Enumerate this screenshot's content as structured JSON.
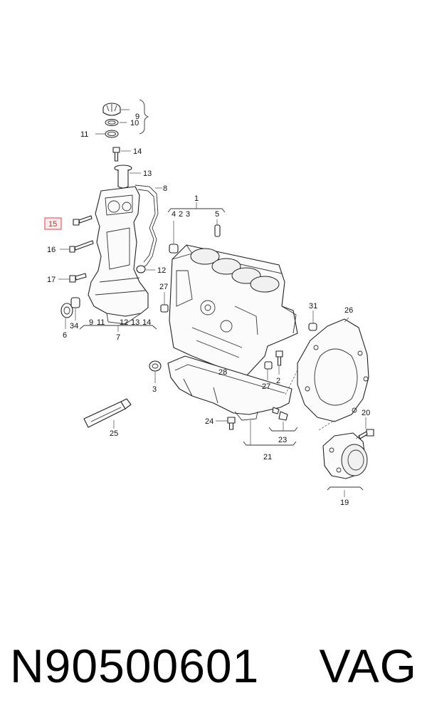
{
  "labels": {
    "n1": "1",
    "n2a": "2",
    "n2b": "2",
    "n3a": "3",
    "n3b": "3",
    "n4": "4",
    "n5": "5",
    "n6": "6",
    "n7": "7",
    "n8": "8",
    "n9a": "9",
    "n9b": "9",
    "n10": "10",
    "n11a": "11",
    "n11b": "11",
    "n12a": "12",
    "n12b": "12",
    "n13a": "13",
    "n13b": "13",
    "n14a": "14",
    "n14b": "14",
    "n15": "15",
    "n16": "16",
    "n17": "17",
    "n19": "19",
    "n20": "20",
    "n21": "21",
    "n23": "23",
    "n24": "24",
    "n25": "25",
    "n26": "26",
    "n27a": "27",
    "n27b": "27",
    "n28": "28",
    "n31": "31",
    "n34": "34"
  },
  "highlighted_callout": "15",
  "caption": {
    "part_number": "N90500601",
    "brand": "VAG"
  },
  "colors": {
    "highlight_border": "#e0606a",
    "highlight_fill": "#fde8ea"
  }
}
